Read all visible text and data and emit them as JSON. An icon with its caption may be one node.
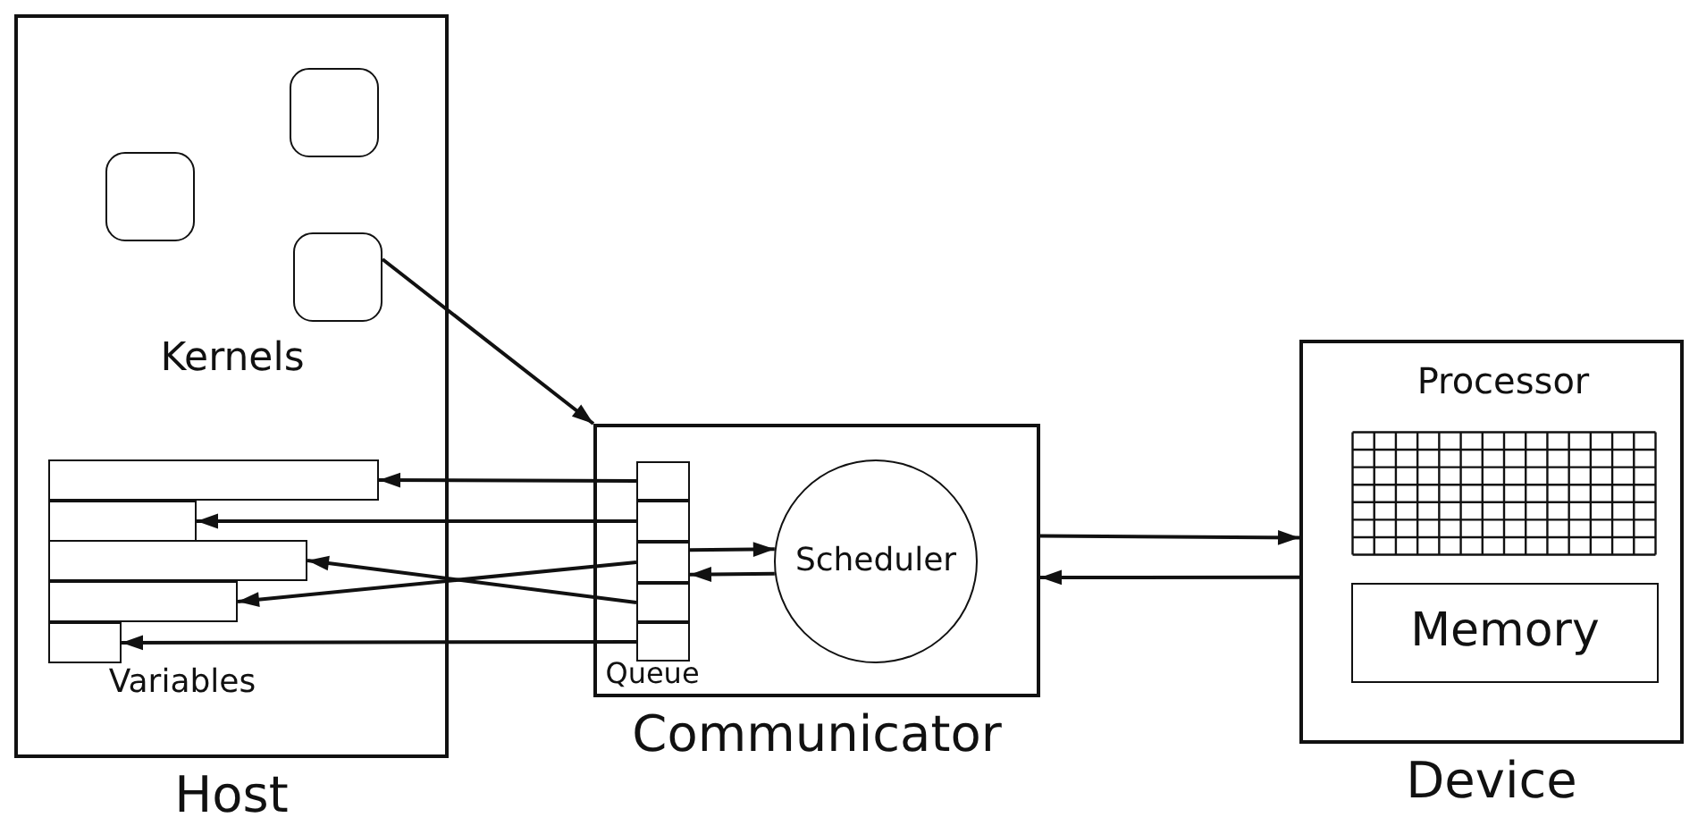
{
  "diagram": {
    "nodes": [
      {
        "text": [
          "Host"
        ]
      },
      {
        "text": [],
        "shape": "box",
        "in": 0
      },
      {
        "text": [],
        "shape": "box",
        "in": 0
      },
      {
        "text": [],
        "shape": "box",
        "in": 0
      },
      {
        "text": [],
        "shape": "bar",
        "in": 0
      },
      {
        "text": [],
        "shape": "bar",
        "in": 0
      },
      {
        "text": [],
        "shape": "bar",
        "in": 0
      },
      {
        "text": [],
        "shape": "bar",
        "in": 0
      },
      {
        "text": [],
        "shape": "bar",
        "in": 0
      },
      {
        "text": [
          "Communicator"
        ]
      },
      {
        "text": [],
        "shape": "box",
        "in": 9
      },
      {
        "text": [],
        "shape": "box",
        "in": 9
      },
      {
        "text": [],
        "shape": "box",
        "in": 9
      },
      {
        "text": [],
        "shape": "box",
        "in": 9
      },
      {
        "text": [],
        "shape": "box",
        "in": 9
      },
      {
        "text": [
          "Scheduler"
        ],
        "in": 9
      },
      {
        "text": [
          "Device"
        ]
      },
      {
        "text": [
          "Processor"
        ],
        "in": 16
      },
      {
        "text": [
          "Memory"
        ],
        "in": 16
      }
    ],
    "edges": [
      {
        "from": 3,
        "to": 9,
        "arrow": "to"
      },
      {
        "from": 10,
        "to": 4,
        "arrow": "to"
      },
      {
        "from": 11,
        "to": 5,
        "arrow": "to"
      },
      {
        "from": 12,
        "to": 7,
        "arrow": "to"
      },
      {
        "from": 13,
        "to": 6,
        "arrow": "to"
      },
      {
        "from": 14,
        "to": 8,
        "arrow": "to"
      },
      {
        "from": 12,
        "to": 15,
        "arrow": "to"
      },
      {
        "from": 15,
        "to": 12,
        "arrow": "to"
      },
      {
        "from": 9,
        "to": 16,
        "arrow": "to"
      },
      {
        "from": 16,
        "to": 9,
        "arrow": "to"
      }
    ],
    "labels": [
      "Kernels",
      "Variables",
      "Queue"
    ]
  }
}
